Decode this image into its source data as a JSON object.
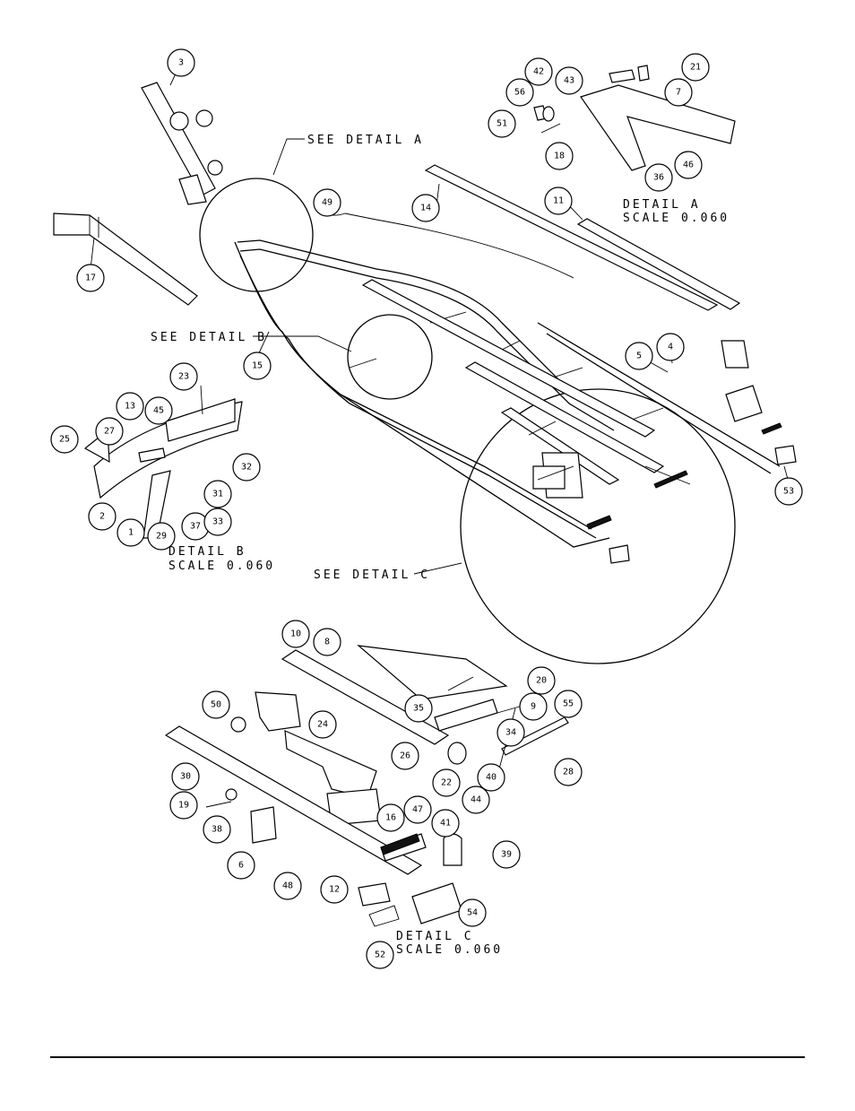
{
  "balloons": [
    "3",
    "21",
    "42",
    "43",
    "7",
    "56",
    "51",
    "18",
    "36",
    "46",
    "49",
    "14",
    "11",
    "17",
    "15",
    "4",
    "5",
    "23",
    "13",
    "45",
    "27",
    "25",
    "32",
    "2",
    "31",
    "1",
    "29",
    "37",
    "33",
    "53",
    "10",
    "8",
    "20",
    "50",
    "35",
    "9",
    "55",
    "24",
    "26",
    "34",
    "40",
    "28",
    "22",
    "44",
    "30",
    "19",
    "38",
    "16",
    "47",
    "41",
    "39",
    "6",
    "48",
    "12",
    "54",
    "52"
  ],
  "labels": {
    "see_detail_a": "SEE DETAIL  A",
    "see_detail_b": "SEE DETAIL  B",
    "see_detail_c": "SEE DETAIL  C",
    "detail_a": "DETAIL  A",
    "scale_a": "SCALE  0.060",
    "detail_b": "DETAIL  B",
    "scale_b": "SCALE  0.060",
    "detail_c": "DETAIL  C",
    "scale_c": "SCALE  0.060"
  }
}
